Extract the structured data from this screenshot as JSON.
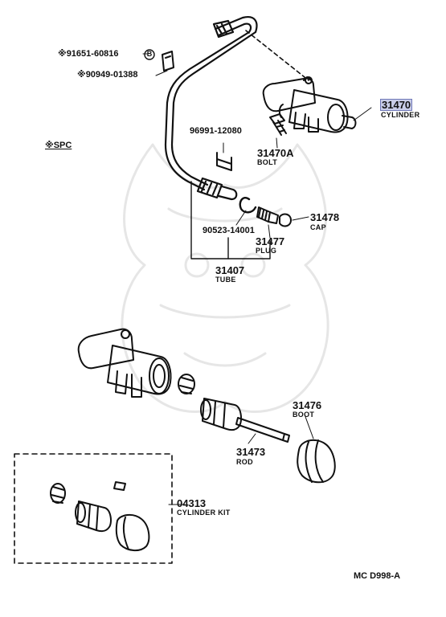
{
  "parts": {
    "p31470": {
      "number": "31470",
      "name": "CYLINDER",
      "highlight": "#c9cde8"
    },
    "p31470A": {
      "number": "31470A",
      "name": "BOLT"
    },
    "p31407": {
      "number": "31407",
      "name": "TUBE"
    },
    "p31478": {
      "number": "31478",
      "name": "CAP"
    },
    "p31477": {
      "number": "31477",
      "name": "PLUG"
    },
    "p31476": {
      "number": "31476",
      "name": "BOOT"
    },
    "p31473": {
      "number": "31473",
      "name": "ROD"
    },
    "p04313": {
      "number": "04313",
      "name": "CYLINDER KIT"
    },
    "p96991": {
      "number": "96991-12080"
    },
    "p90523": {
      "number": "90523-14001"
    },
    "p91651": {
      "number": "※91651-60816"
    },
    "p90949": {
      "number": "※90949-01388"
    }
  },
  "marker_b": "B",
  "spc_note": "※SPC",
  "diagram_code": "MC  D998-A"
}
